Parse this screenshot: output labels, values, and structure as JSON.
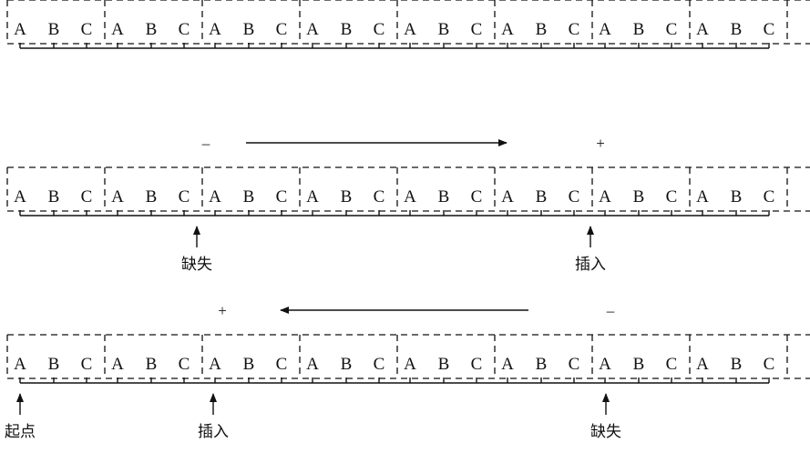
{
  "codon_letters": [
    "A",
    "B",
    "C"
  ],
  "codons_per_row": 8,
  "rows": [
    {
      "direction_arrow": null,
      "markers": []
    },
    {
      "direction_arrow": {
        "direction": "right",
        "left_sign": "–",
        "right_sign": "+"
      },
      "markers": [
        {
          "label": "缺失",
          "after_codon": 2
        },
        {
          "label": "插入",
          "after_codon": 6
        }
      ]
    },
    {
      "direction_arrow": {
        "direction": "left",
        "left_sign": "+",
        "right_sign": "–"
      },
      "markers": [
        {
          "label": "起点",
          "at_start": true
        },
        {
          "label": "插入",
          "after_codon": 2
        },
        {
          "label": "缺失",
          "after_codon": 6
        }
      ]
    }
  ]
}
